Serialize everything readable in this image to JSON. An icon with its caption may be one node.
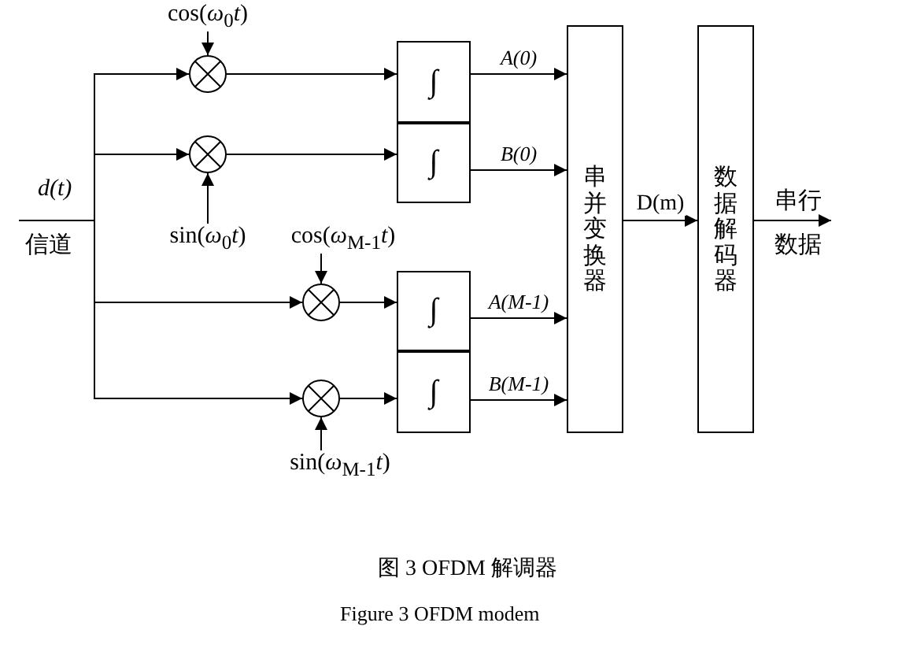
{
  "diagram": {
    "caption": "图 3 OFDM 解调器",
    "nodes": [
      {
        "text": [],
        "shape": "circle"
      },
      {
        "text": [],
        "shape": "circle"
      },
      {
        "text": [],
        "shape": "circle"
      },
      {
        "text": [],
        "shape": "circle"
      },
      {
        "text": [
          "∫"
        ]
      },
      {
        "text": [
          "∫"
        ]
      },
      {
        "text": [
          "∫"
        ]
      },
      {
        "text": [
          "∫"
        ]
      },
      {
        "text": [
          "串并变换器"
        ]
      },
      {
        "text": [
          "数据解码器"
        ]
      },
      {
        "text": [
          "cos(*ω*$_{0}$*t*)"
        ]
      },
      {
        "text": [
          "sin(*ω*$_{0}$*t*)"
        ]
      },
      {
        "text": [
          "cos(*ω*$_{M-1}$*t*)"
        ]
      },
      {
        "text": [
          "sin(*ω*$_{M-1}$*t*)"
        ]
      },
      {
        "text": [
          "串行",
          "数据"
        ]
      }
    ],
    "edges": [
      {
        "from": null,
        "to": 0,
        "arrow": "to"
      },
      {
        "from": null,
        "to": 1,
        "arrow": "to"
      },
      {
        "from": null,
        "to": 2,
        "arrow": "to"
      },
      {
        "from": null,
        "to": 3,
        "arrow": "to"
      },
      {
        "from": 10,
        "to": 0,
        "arrow": "to"
      },
      {
        "from": 11,
        "to": 1,
        "arrow": "to"
      },
      {
        "from": 12,
        "to": 2,
        "arrow": "to"
      },
      {
        "from": 13,
        "to": 3,
        "arrow": "to"
      },
      {
        "from": 0,
        "to": 4,
        "arrow": "to"
      },
      {
        "from": 1,
        "to": 5,
        "arrow": "to"
      },
      {
        "from": 2,
        "to": 6,
        "arrow": "to"
      },
      {
        "from": 3,
        "to": 7,
        "arrow": "to"
      },
      {
        "from": 4,
        "to": 8,
        "arrow": "to",
        "label": "A(0)"
      },
      {
        "from": 5,
        "to": 8,
        "arrow": "to",
        "label": "B(0)"
      },
      {
        "from": 6,
        "to": 8,
        "arrow": "to",
        "label": "A(M-1)"
      },
      {
        "from": 7,
        "to": 8,
        "arrow": "to",
        "label": "B(M-1)"
      },
      {
        "from": 8,
        "to": 9,
        "arrow": "to",
        "label": "D(m)"
      },
      {
        "from": 9,
        "to": 14,
        "arrow": "to"
      }
    ],
    "labels": [
      "d(t)",
      "信道",
      "Figure 3 OFDM modem"
    ]
  }
}
